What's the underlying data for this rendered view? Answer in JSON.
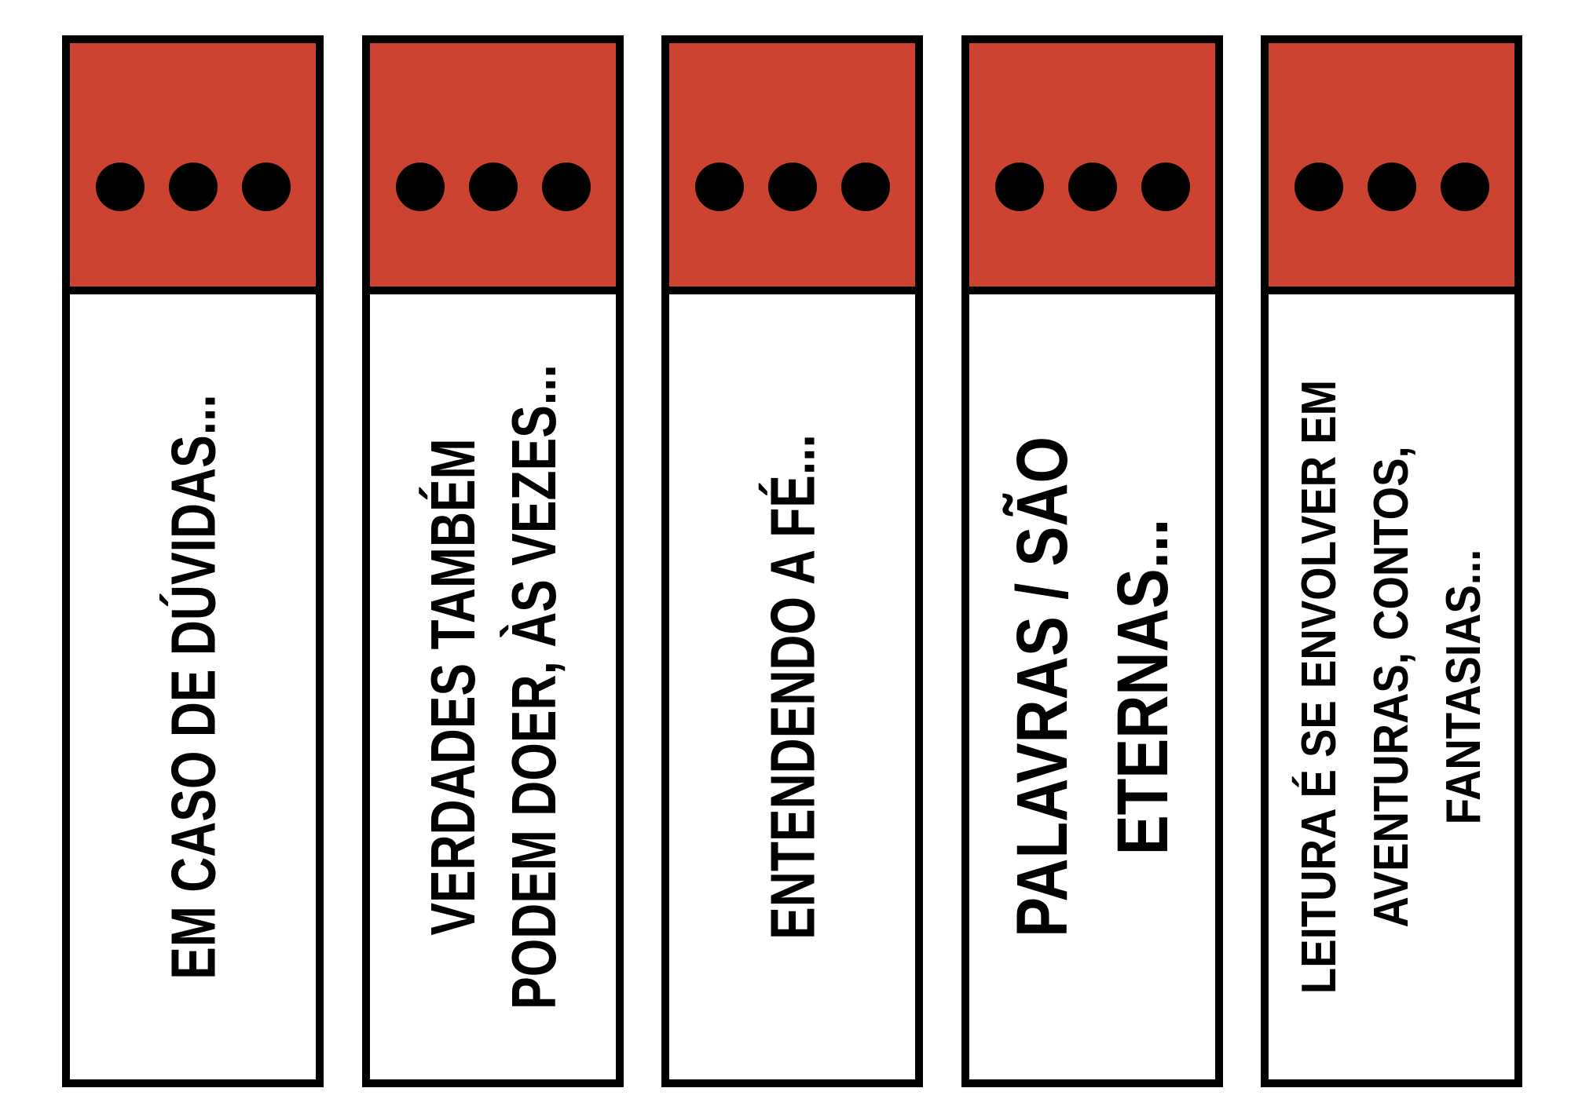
{
  "accent_color": "#cc4431",
  "cards": [
    {
      "lines": [
        "EM CASO DE DÚVIDAS..."
      ]
    },
    {
      "lines": [
        "VERDADES TAMBÉM",
        "PODEM DOER, ÀS VEZES..."
      ]
    },
    {
      "lines": [
        "ENTENDENDO A FÉ..."
      ]
    },
    {
      "lines": [
        "PALAVRAS / SÃO",
        "ETERNAS..."
      ]
    },
    {
      "lines": [
        "LEITURA É SE ENVOLVER EM",
        "AVENTURAS, CONTOS,",
        "FANTASIAS..."
      ]
    }
  ]
}
